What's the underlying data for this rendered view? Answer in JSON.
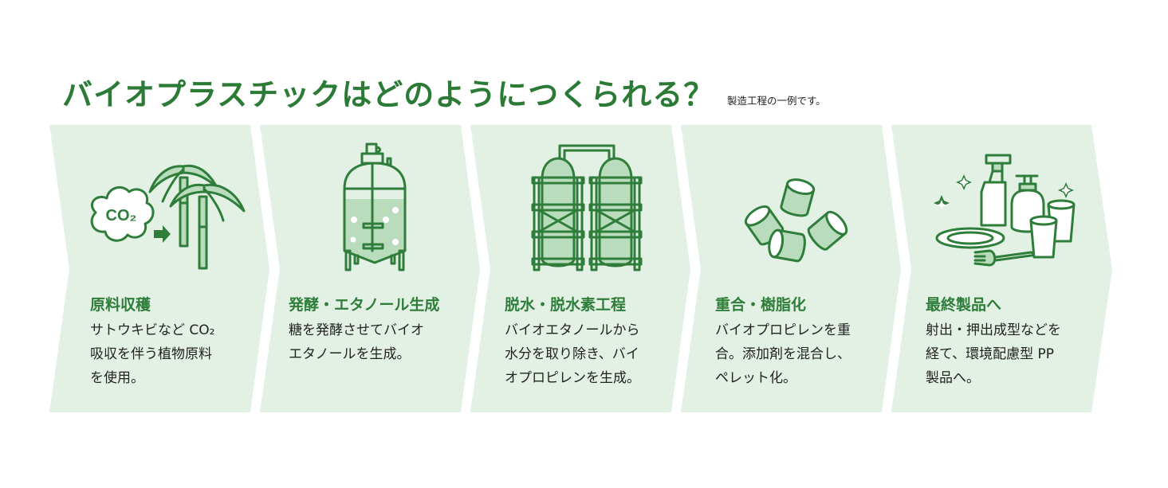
{
  "header": {
    "title": "バイオプラスチックはどのようにつくられる？",
    "subtitle": "製造工程の一例です。"
  },
  "colors": {
    "accent_green": "#2e7d3a",
    "panel_bg": "#e3f1e4",
    "icon_fill": "#b9dcbc",
    "body_text": "#222222"
  },
  "steps": [
    {
      "icon": "sugarcane-co2-icon",
      "icon_label": "CO₂",
      "title": "原料収穫",
      "body": "サトウキビなど CO₂\n吸収を伴う植物原料\nを使用。"
    },
    {
      "icon": "fermentation-tank-icon",
      "title": "発酵・エタノール生成",
      "body": "糖を発酵させてバイオ\nエタノールを生成。"
    },
    {
      "icon": "distillation-towers-icon",
      "title": "脱水・脱水素工程",
      "body": "バイオエタノールから\n水分を取り除き、バイ\nオプロピレンを生成。"
    },
    {
      "icon": "resin-pellets-icon",
      "title": "重合・樹脂化",
      "body": "バイオプロピレンを重\n合。添加剤を混合し、\nペレット化。"
    },
    {
      "icon": "plastic-products-icon",
      "title": "最終製品へ",
      "body": "射出・押出成型などを\n経て、環境配慮型 PP\n製品へ。"
    }
  ]
}
